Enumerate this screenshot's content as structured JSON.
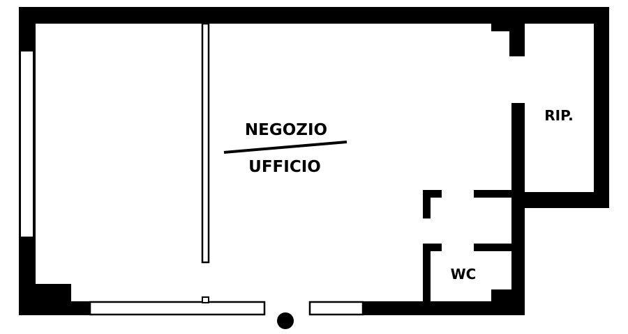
{
  "plan": {
    "rooms": [
      {
        "id": "negozio",
        "label": "NEGOZIO"
      },
      {
        "id": "ufficio",
        "label": "UFFICIO"
      },
      {
        "id": "ripostiglio",
        "label": "RIP."
      },
      {
        "id": "wc",
        "label": "WC"
      }
    ],
    "colors": {
      "wall": "#000000",
      "background": "#ffffff"
    }
  }
}
